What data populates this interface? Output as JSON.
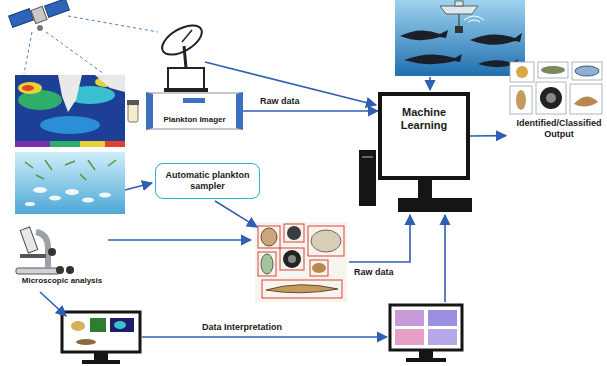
{
  "diagram": {
    "nodes": [
      {
        "text": [
          "Plankton Imager"
        ]
      },
      {
        "text": [
          "Machine Learning"
        ]
      },
      {
        "text": [
          "Identified/Classified Output"
        ]
      },
      {
        "text": [
          "Automatic plankton sampler"
        ]
      },
      {
        "text": [
          "Microscopic analysis"
        ]
      }
    ],
    "edges": [
      {
        "from": 0,
        "to": 1,
        "arrow": "to"
      },
      {
        "from": 1,
        "to": 2,
        "arrow": "to"
      }
    ],
    "labels": [
      "Raw data",
      "Raw data",
      "Data Interpretation"
    ]
  }
}
